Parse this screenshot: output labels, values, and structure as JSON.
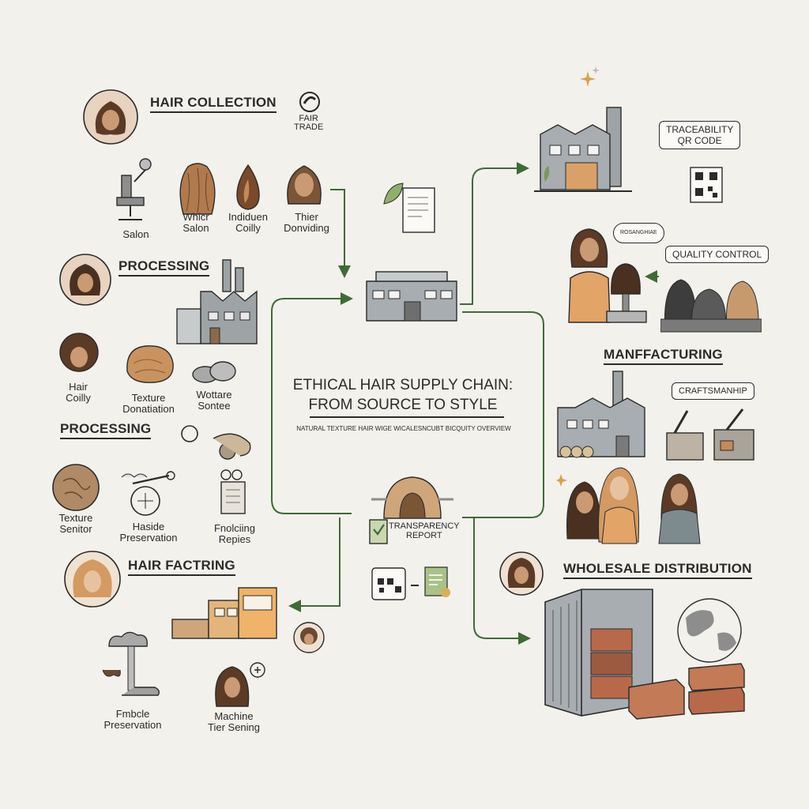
{
  "title": {
    "line1": "ETHICAL HAIR SUPPLY CHAIN:",
    "line2": "FROM SOURCE TO STYLE",
    "subtitle": "NATURAL TEXTURE HAIR WIGE WICALESNCUBT BICQUITY OVERVIEW"
  },
  "left": {
    "hair_collection": {
      "heading": "HAIR COLLECTION",
      "badge": "FAIR\nTRADE",
      "items": [
        {
          "label": "Salon"
        },
        {
          "label": "Whicr\nSalon"
        },
        {
          "label": "Indiduen\nCoilly"
        },
        {
          "label": "Thier\nDonviding"
        }
      ]
    },
    "processing1": {
      "heading": "PROCESSING",
      "items": [
        {
          "label": "Hair\nCoilly"
        },
        {
          "label": "Texture\nDonatiation"
        },
        {
          "label": "Wottare\nSontee"
        }
      ]
    },
    "processing2": {
      "heading": "PROCESSING",
      "items": [
        {
          "label": "Texture\nSenitor"
        },
        {
          "label": "Haside\nPreservation"
        },
        {
          "label": "Fnolciing\nRepies"
        }
      ]
    },
    "hair_factring": {
      "heading": "HAIR FACTRING",
      "items": [
        {
          "label": "Fmbcle\nPreservation"
        },
        {
          "label": "Machine\nTier Sening"
        }
      ]
    }
  },
  "center": {
    "transparency": "TRANSPARENCY\nREPORT"
  },
  "right": {
    "traceability": "TRACEABILITY\nQR CODE",
    "speech": "ROSANGHIAE",
    "quality_control": "QUALITY CONTROL",
    "manufacturing": {
      "heading": "MANFFACTURING",
      "tag": "CRAFTSMANHIP"
    },
    "wholesale": {
      "heading": "WHOLESALE DISTRIBUTION"
    }
  },
  "colors": {
    "arrow": "#3f6b35",
    "ink": "#2b2b2b",
    "hair_brown": "#7a5536",
    "skin": "#c99a73",
    "building": "#9ea4a6",
    "crate": "#b8694a",
    "paper": "#f3f1ec"
  }
}
